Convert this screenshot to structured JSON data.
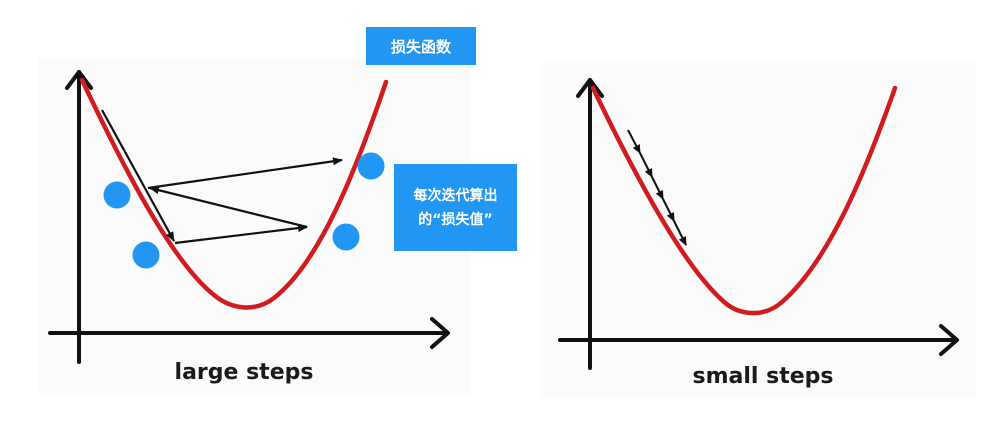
{
  "annotations": {
    "loss_function_label": "损失函数",
    "loss_value_label_line1": "每次迭代算出",
    "loss_value_label_line2": "的“损失值”"
  },
  "panels": [
    {
      "id": "large",
      "caption": "large steps"
    },
    {
      "id": "small",
      "caption": "small steps"
    }
  ],
  "colors": {
    "curve": "#d01c1f",
    "axis": "#111111",
    "arrow": "#111111",
    "point": "#2196f3",
    "label_bg": "#2196f3",
    "label_text": "#ffffff"
  },
  "chart_data": [
    {
      "type": "line",
      "title": "large steps",
      "description": "Convex loss curve (U-shape) with gradient descent using large steps oscillating across the valley",
      "curve": {
        "shape": "parabola",
        "start": [
          82,
          80
        ],
        "minimum": [
          244,
          308
        ],
        "end": [
          386,
          82
        ]
      },
      "step_arrows": [
        {
          "from": [
            102,
            110
          ],
          "to": [
            175,
            243
          ]
        },
        {
          "from": [
            175,
            243
          ],
          "to": [
            308,
            227
          ]
        },
        {
          "from": [
            308,
            227
          ],
          "to": [
            148,
            188
          ]
        },
        {
          "from": [
            148,
            188
          ],
          "to": [
            343,
            160
          ]
        }
      ],
      "loss_points": [
        [
          117,
          195
        ],
        [
          146,
          255
        ],
        [
          371,
          166
        ],
        [
          346,
          237
        ]
      ],
      "xlabel": "large steps",
      "ylabel": ""
    },
    {
      "type": "line",
      "title": "small steps",
      "description": "Convex loss curve (U-shape) with gradient descent using many small steps moving down the left slope",
      "curve": {
        "shape": "parabola",
        "start": [
          593,
          88
        ],
        "minimum": [
          752,
          315
        ],
        "end": [
          895,
          88
        ]
      },
      "step_arrows": [
        {
          "from": [
            628,
            130
          ],
          "to": [
            640,
            154
          ]
        },
        {
          "from": [
            640,
            154
          ],
          "to": [
            652,
            178
          ]
        },
        {
          "from": [
            652,
            178
          ],
          "to": [
            663,
            200
          ]
        },
        {
          "from": [
            663,
            200
          ],
          "to": [
            674,
            222
          ]
        },
        {
          "from": [
            674,
            222
          ],
          "to": [
            686,
            245
          ]
        }
      ],
      "xlabel": "small steps",
      "ylabel": ""
    }
  ]
}
